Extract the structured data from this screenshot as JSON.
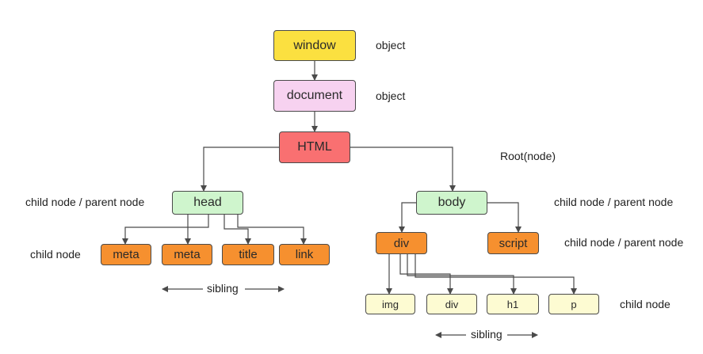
{
  "colors": {
    "window": "#fbe040",
    "document": "#f7d2f0",
    "html": "#f97071",
    "green": "#cff5cd",
    "orange": "#f6902f",
    "leaf": "#fdfbd2",
    "line": "#4a4a4a"
  },
  "nodes": {
    "window": "window",
    "document": "document",
    "html": "HTML",
    "head": "head",
    "body": "body",
    "meta1": "meta",
    "meta2": "meta",
    "title": "title",
    "link": "link",
    "div": "div",
    "script": "script",
    "img": "img",
    "div2": "div",
    "h1": "h1",
    "p": "p"
  },
  "labels": {
    "window_type": "object",
    "document_type": "object",
    "root": "Root(node)",
    "head_role": "child node / parent node",
    "body_role": "child node / parent node",
    "script_role": "child node / parent node",
    "head_children_role": "child node",
    "div_children_role": "child node",
    "sibling_head": "sibling",
    "sibling_div": "sibling"
  }
}
